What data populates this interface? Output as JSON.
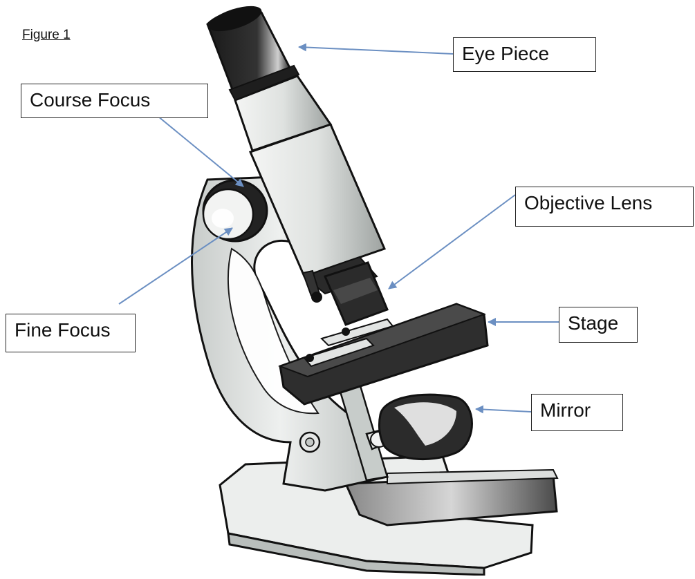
{
  "figure_title": "Figure 1",
  "labels": {
    "eye_piece": "Eye Piece",
    "course_focus": "Course Focus",
    "objective_lens": "Objective Lens",
    "fine_focus": "Fine Focus",
    "stage": "Stage",
    "mirror": "Mirror"
  },
  "colors": {
    "arrow": "#6b8fc2",
    "metal_light": "#e9ecea",
    "metal_mid": "#c9cfcc",
    "outline": "#111111",
    "stage_dark": "#333333"
  }
}
